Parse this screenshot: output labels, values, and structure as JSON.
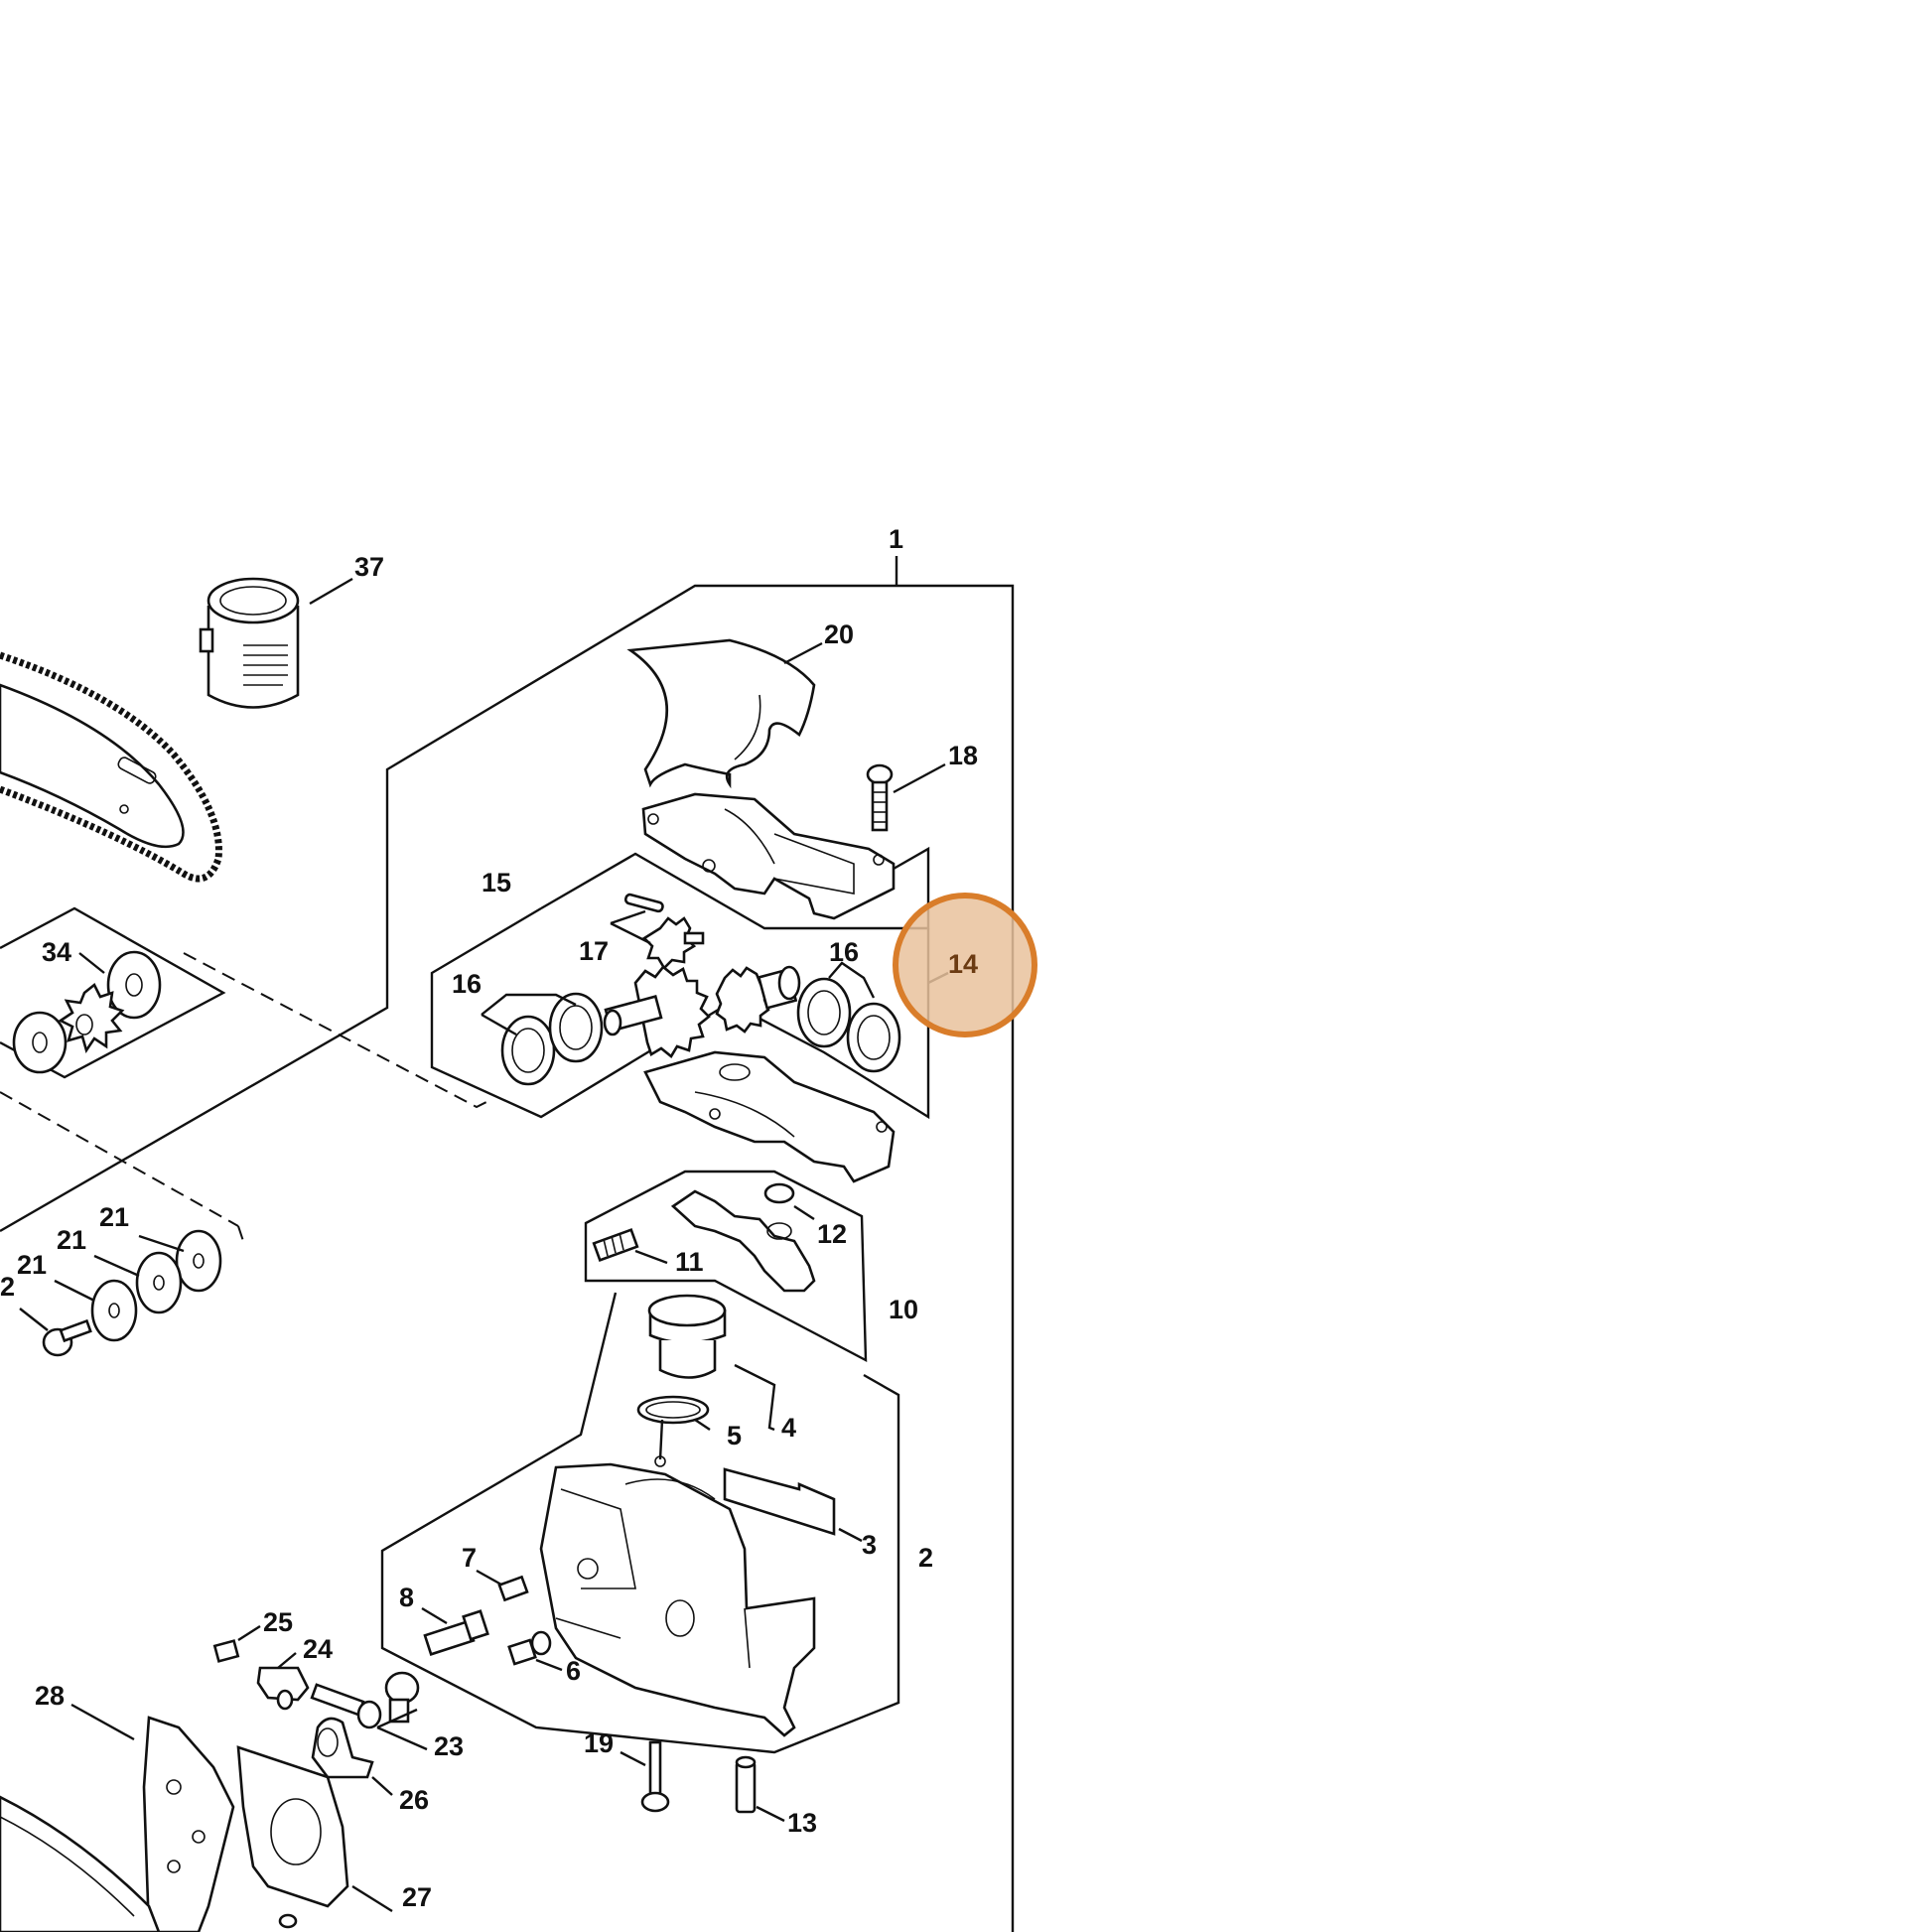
{
  "diagram": {
    "part_labels": {
      "p1": "1",
      "p2": "2",
      "p3": "3",
      "p4": "4",
      "p5": "5",
      "p6": "6",
      "p7": "7",
      "p8": "8",
      "p10": "10",
      "p11": "11",
      "p12": "12",
      "p13": "13",
      "p14": "14",
      "p15": "15",
      "p16a": "16",
      "p16b": "16",
      "p17": "17",
      "p18": "18",
      "p19": "19",
      "p20": "20",
      "p21a": "21",
      "p21b": "21",
      "p21c": "21",
      "p22": "2",
      "p23": "23",
      "p24": "24",
      "p25": "25",
      "p26": "26",
      "p27": "27",
      "p28": "28",
      "p34": "34",
      "p37": "37"
    },
    "highlight": {
      "part": "14",
      "fill": "#e9c29c",
      "stroke": "#d97d2a",
      "text": "#6b3b12"
    },
    "line_color": "#111111",
    "background": "#ffffff"
  }
}
